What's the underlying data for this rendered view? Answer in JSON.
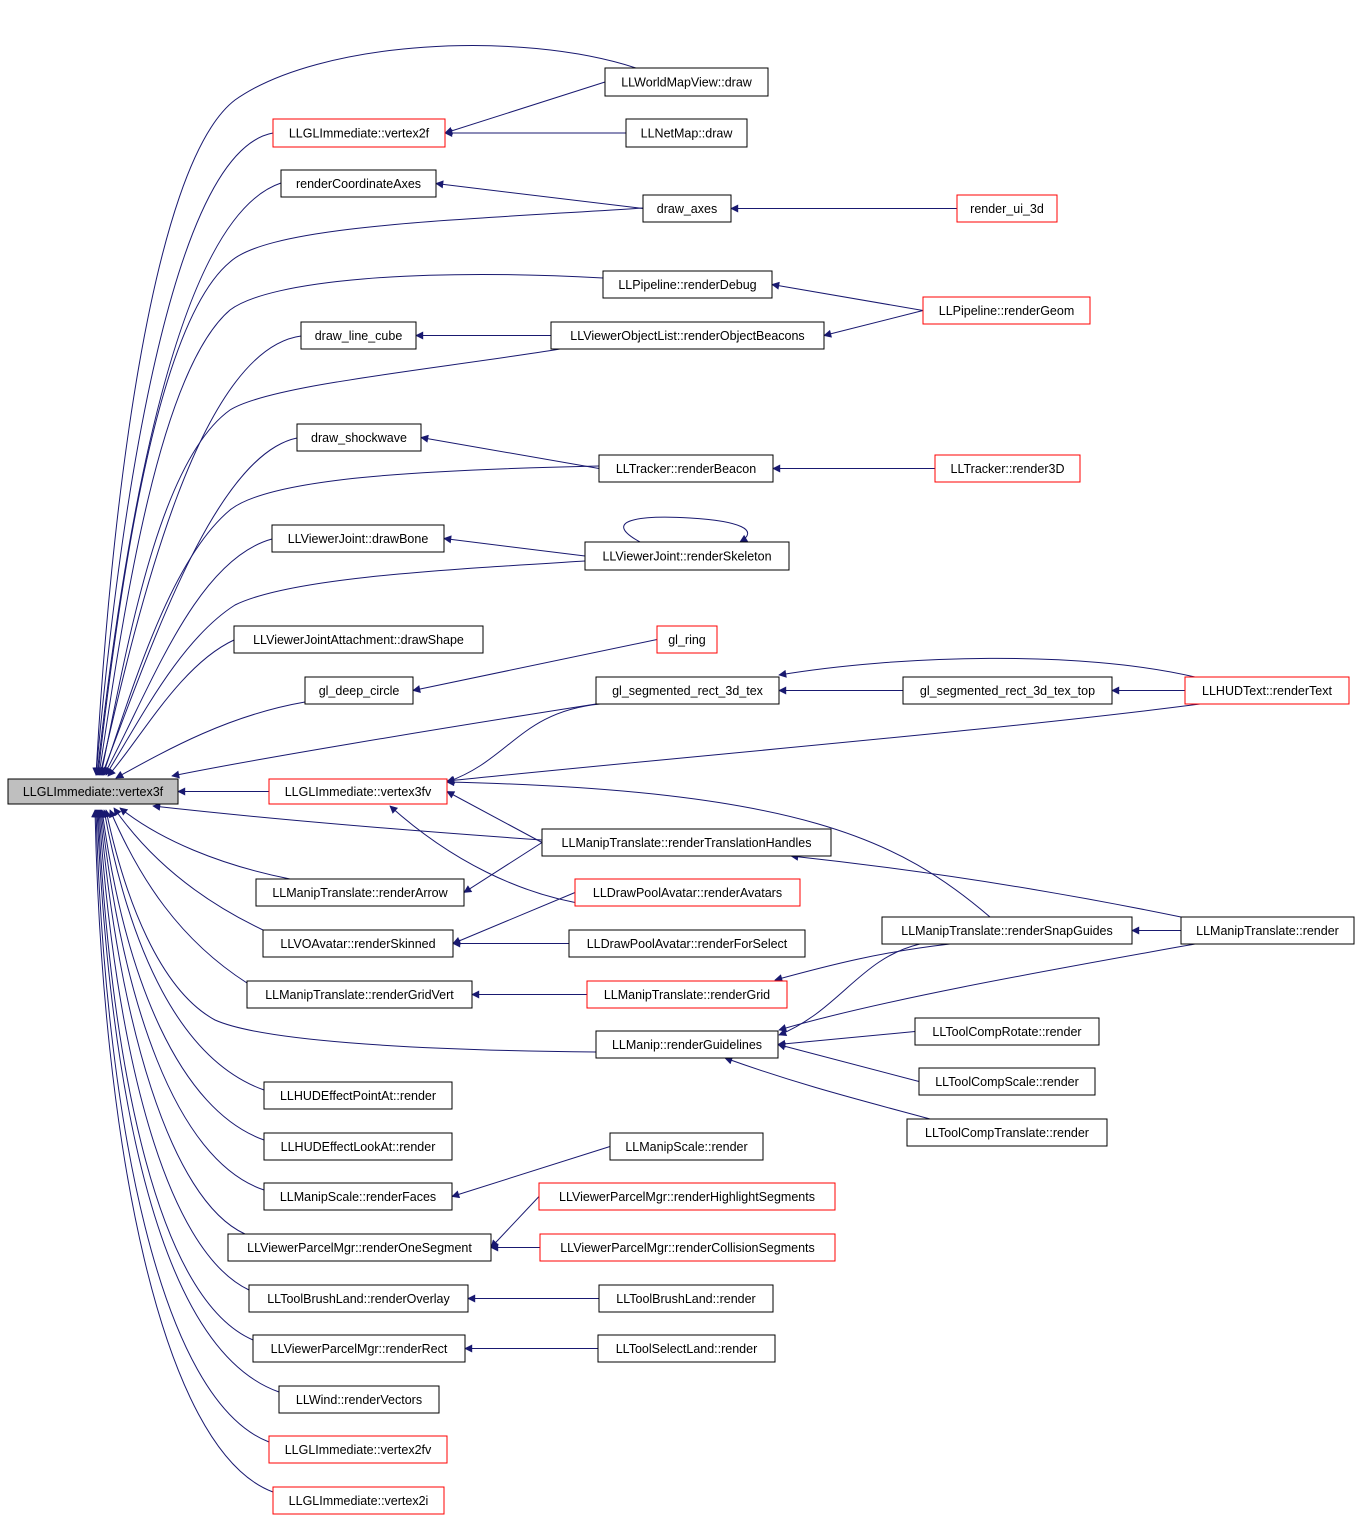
{
  "title": "",
  "colors": {
    "edge": "#191970",
    "root_fill": "#bfbfbf",
    "node_border": "#000000",
    "truncated_border": "#ff0000"
  },
  "root": "LLGLImmediate::vertex3f",
  "nodes": [
    {
      "id": "root",
      "label": "LLGLImmediate::vertex3f",
      "style": "root"
    },
    {
      "id": "worldmap_draw",
      "label": "LLWorldMapView::draw",
      "style": "normal"
    },
    {
      "id": "vertex2f",
      "label": "LLGLImmediate::vertex2f",
      "style": "truncated"
    },
    {
      "id": "netmap_draw",
      "label": "LLNetMap::draw",
      "style": "normal"
    },
    {
      "id": "renderCoordinateAxes",
      "label": "renderCoordinateAxes",
      "style": "normal"
    },
    {
      "id": "draw_axes",
      "label": "draw_axes",
      "style": "normal"
    },
    {
      "id": "render_ui_3d",
      "label": "render_ui_3d",
      "style": "truncated"
    },
    {
      "id": "pipeline_renderDebug",
      "label": "LLPipeline::renderDebug",
      "style": "normal"
    },
    {
      "id": "pipeline_renderGeom",
      "label": "LLPipeline::renderGeom",
      "style": "truncated"
    },
    {
      "id": "draw_line_cube",
      "label": "draw_line_cube",
      "style": "normal"
    },
    {
      "id": "objlist_renderObjectBeacons",
      "label": "LLViewerObjectList::renderObjectBeacons",
      "style": "normal"
    },
    {
      "id": "draw_shockwave",
      "label": "draw_shockwave",
      "style": "normal"
    },
    {
      "id": "tracker_renderBeacon",
      "label": "LLTracker::renderBeacon",
      "style": "normal"
    },
    {
      "id": "tracker_render3D",
      "label": "LLTracker::render3D",
      "style": "truncated"
    },
    {
      "id": "joint_drawBone",
      "label": "LLViewerJoint::drawBone",
      "style": "normal"
    },
    {
      "id": "joint_renderSkeleton",
      "label": "LLViewerJoint::renderSkeleton",
      "style": "normal"
    },
    {
      "id": "jointattach_drawShape",
      "label": "LLViewerJointAttachment::drawShape",
      "style": "normal"
    },
    {
      "id": "gl_ring",
      "label": "gl_ring",
      "style": "truncated"
    },
    {
      "id": "gl_deep_circle",
      "label": "gl_deep_circle",
      "style": "normal"
    },
    {
      "id": "gl_segmented_rect_3d_tex",
      "label": "gl_segmented_rect_3d_tex",
      "style": "normal"
    },
    {
      "id": "gl_segmented_rect_3d_tex_top",
      "label": "gl_segmented_rect_3d_tex_top",
      "style": "normal"
    },
    {
      "id": "hudtext_renderText",
      "label": "LLHUDText::renderText",
      "style": "truncated"
    },
    {
      "id": "vertex3fv",
      "label": "LLGLImmediate::vertex3fv",
      "style": "truncated"
    },
    {
      "id": "maniptrans_renderTranslationHandles",
      "label": "LLManipTranslate::renderTranslationHandles",
      "style": "normal"
    },
    {
      "id": "maniptrans_renderArrow",
      "label": "LLManipTranslate::renderArrow",
      "style": "normal"
    },
    {
      "id": "drawpool_renderAvatars",
      "label": "LLDrawPoolAvatar::renderAvatars",
      "style": "truncated"
    },
    {
      "id": "maniptrans_renderSnapGuides",
      "label": "LLManipTranslate::renderSnapGuides",
      "style": "normal"
    },
    {
      "id": "maniptrans_render",
      "label": "LLManipTranslate::render",
      "style": "normal"
    },
    {
      "id": "voavatar_renderSkinned",
      "label": "LLVOAvatar::renderSkinned",
      "style": "normal"
    },
    {
      "id": "drawpool_renderForSelect",
      "label": "LLDrawPoolAvatar::renderForSelect",
      "style": "normal"
    },
    {
      "id": "maniptrans_renderGridVert",
      "label": "LLManipTranslate::renderGridVert",
      "style": "normal"
    },
    {
      "id": "maniptrans_renderGrid",
      "label": "LLManipTranslate::renderGrid",
      "style": "truncated"
    },
    {
      "id": "manip_renderGuidelines",
      "label": "LLManip::renderGuidelines",
      "style": "normal"
    },
    {
      "id": "toolcomprotate_render",
      "label": "LLToolCompRotate::render",
      "style": "normal"
    },
    {
      "id": "toolcompscale_render",
      "label": "LLToolCompScale::render",
      "style": "normal"
    },
    {
      "id": "toolcomptranslate_render",
      "label": "LLToolCompTranslate::render",
      "style": "normal"
    },
    {
      "id": "hudpointat_render",
      "label": "LLHUDEffectPointAt::render",
      "style": "normal"
    },
    {
      "id": "hudlookat_render",
      "label": "LLHUDEffectLookAt::render",
      "style": "normal"
    },
    {
      "id": "manipscale_render",
      "label": "LLManipScale::render",
      "style": "normal"
    },
    {
      "id": "manipscale_renderFaces",
      "label": "LLManipScale::renderFaces",
      "style": "normal"
    },
    {
      "id": "parcelmgr_renderHighlightSegments",
      "label": "LLViewerParcelMgr::renderHighlightSegments",
      "style": "truncated"
    },
    {
      "id": "parcelmgr_renderOneSegment",
      "label": "LLViewerParcelMgr::renderOneSegment",
      "style": "normal"
    },
    {
      "id": "parcelmgr_renderCollisionSegments",
      "label": "LLViewerParcelMgr::renderCollisionSegments",
      "style": "truncated"
    },
    {
      "id": "brushland_renderOverlay",
      "label": "LLToolBrushLand::renderOverlay",
      "style": "normal"
    },
    {
      "id": "brushland_render",
      "label": "LLToolBrushLand::render",
      "style": "normal"
    },
    {
      "id": "parcelmgr_renderRect",
      "label": "LLViewerParcelMgr::renderRect",
      "style": "normal"
    },
    {
      "id": "selectland_render",
      "label": "LLToolSelectLand::render",
      "style": "normal"
    },
    {
      "id": "wind_renderVectors",
      "label": "LLWind::renderVectors",
      "style": "normal"
    },
    {
      "id": "vertex2fv",
      "label": "LLGLImmediate::vertex2fv",
      "style": "truncated"
    },
    {
      "id": "vertex2i",
      "label": "LLGLImmediate::vertex2i",
      "style": "truncated"
    }
  ],
  "edges": [
    {
      "from": "worldmap_draw",
      "to": "root"
    },
    {
      "from": "worldmap_draw",
      "to": "vertex2f"
    },
    {
      "from": "vertex2f",
      "to": "root"
    },
    {
      "from": "netmap_draw",
      "to": "vertex2f"
    },
    {
      "from": "renderCoordinateAxes",
      "to": "root"
    },
    {
      "from": "draw_axes",
      "to": "renderCoordinateAxes"
    },
    {
      "from": "draw_axes",
      "to": "root"
    },
    {
      "from": "render_ui_3d",
      "to": "draw_axes"
    },
    {
      "from": "pipeline_renderDebug",
      "to": "root"
    },
    {
      "from": "pipeline_renderGeom",
      "to": "pipeline_renderDebug"
    },
    {
      "from": "pipeline_renderGeom",
      "to": "objlist_renderObjectBeacons"
    },
    {
      "from": "draw_line_cube",
      "to": "root"
    },
    {
      "from": "objlist_renderObjectBeacons",
      "to": "draw_line_cube"
    },
    {
      "from": "objlist_renderObjectBeacons",
      "to": "root"
    },
    {
      "from": "draw_shockwave",
      "to": "root"
    },
    {
      "from": "tracker_renderBeacon",
      "to": "draw_shockwave"
    },
    {
      "from": "tracker_renderBeacon",
      "to": "root"
    },
    {
      "from": "tracker_render3D",
      "to": "tracker_renderBeacon"
    },
    {
      "from": "joint_drawBone",
      "to": "root"
    },
    {
      "from": "joint_renderSkeleton",
      "to": "joint_drawBone"
    },
    {
      "from": "joint_renderSkeleton",
      "to": "root"
    },
    {
      "from": "joint_renderSkeleton",
      "to": "joint_renderSkeleton"
    },
    {
      "from": "jointattach_drawShape",
      "to": "root"
    },
    {
      "from": "gl_ring",
      "to": "gl_deep_circle"
    },
    {
      "from": "gl_deep_circle",
      "to": "root"
    },
    {
      "from": "gl_segmented_rect_3d_tex",
      "to": "root"
    },
    {
      "from": "gl_segmented_rect_3d_tex",
      "to": "vertex3fv"
    },
    {
      "from": "gl_segmented_rect_3d_tex_top",
      "to": "gl_segmented_rect_3d_tex"
    },
    {
      "from": "hudtext_renderText",
      "to": "gl_segmented_rect_3d_tex_top"
    },
    {
      "from": "hudtext_renderText",
      "to": "gl_segmented_rect_3d_tex"
    },
    {
      "from": "hudtext_renderText",
      "to": "vertex3fv"
    },
    {
      "from": "vertex3fv",
      "to": "root"
    },
    {
      "from": "maniptrans_renderTranslationHandles",
      "to": "root"
    },
    {
      "from": "maniptrans_renderTranslationHandles",
      "to": "vertex3fv"
    },
    {
      "from": "maniptrans_renderTranslationHandles",
      "to": "maniptrans_renderArrow"
    },
    {
      "from": "maniptrans_renderArrow",
      "to": "root"
    },
    {
      "from": "drawpool_renderAvatars",
      "to": "vertex3fv"
    },
    {
      "from": "drawpool_renderAvatars",
      "to": "voavatar_renderSkinned"
    },
    {
      "from": "maniptrans_renderSnapGuides",
      "to": "vertex3fv"
    },
    {
      "from": "maniptrans_renderSnapGuides",
      "to": "maniptrans_renderGrid"
    },
    {
      "from": "maniptrans_renderSnapGuides",
      "to": "manip_renderGuidelines"
    },
    {
      "from": "maniptrans_render",
      "to": "maniptrans_renderSnapGuides"
    },
    {
      "from": "maniptrans_render",
      "to": "maniptrans_renderTranslationHandles"
    },
    {
      "from": "maniptrans_render",
      "to": "manip_renderGuidelines"
    },
    {
      "from": "voavatar_renderSkinned",
      "to": "root"
    },
    {
      "from": "drawpool_renderForSelect",
      "to": "voavatar_renderSkinned"
    },
    {
      "from": "maniptrans_renderGridVert",
      "to": "root"
    },
    {
      "from": "maniptrans_renderGrid",
      "to": "maniptrans_renderGridVert"
    },
    {
      "from": "manip_renderGuidelines",
      "to": "root"
    },
    {
      "from": "toolcomprotate_render",
      "to": "manip_renderGuidelines"
    },
    {
      "from": "toolcompscale_render",
      "to": "manip_renderGuidelines"
    },
    {
      "from": "toolcomptranslate_render",
      "to": "manip_renderGuidelines"
    },
    {
      "from": "hudpointat_render",
      "to": "root"
    },
    {
      "from": "hudlookat_render",
      "to": "root"
    },
    {
      "from": "manipscale_render",
      "to": "manipscale_renderFaces"
    },
    {
      "from": "manipscale_renderFaces",
      "to": "root"
    },
    {
      "from": "parcelmgr_renderHighlightSegments",
      "to": "parcelmgr_renderOneSegment"
    },
    {
      "from": "parcelmgr_renderOneSegment",
      "to": "root"
    },
    {
      "from": "parcelmgr_renderCollisionSegments",
      "to": "parcelmgr_renderOneSegment"
    },
    {
      "from": "brushland_renderOverlay",
      "to": "root"
    },
    {
      "from": "brushland_render",
      "to": "brushland_renderOverlay"
    },
    {
      "from": "parcelmgr_renderRect",
      "to": "root"
    },
    {
      "from": "selectland_render",
      "to": "parcelmgr_renderRect"
    },
    {
      "from": "wind_renderVectors",
      "to": "root"
    },
    {
      "from": "vertex2fv",
      "to": "root"
    },
    {
      "from": "vertex2i",
      "to": "root"
    }
  ]
}
